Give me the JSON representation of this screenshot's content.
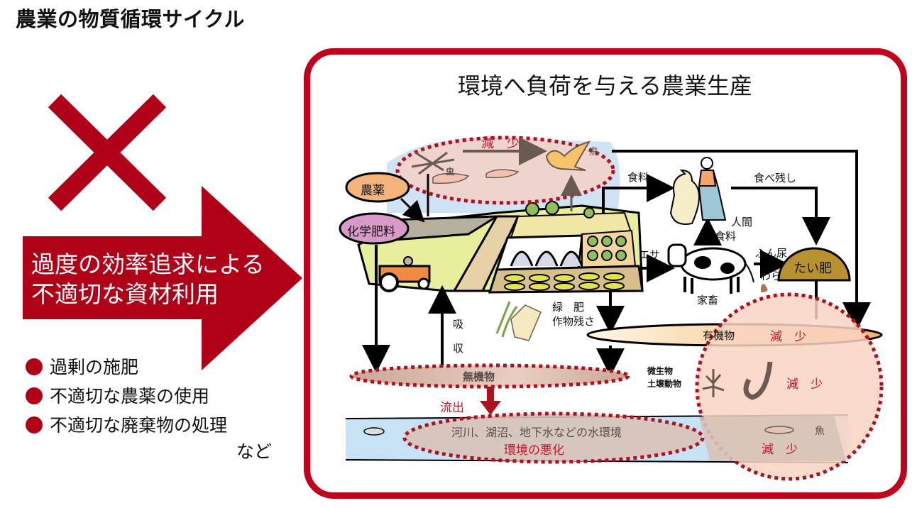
{
  "page": {
    "title": "農業の物質循環サイクル"
  },
  "left": {
    "cross_icon": "cross-mark-icon",
    "arrow_text_line1": "過度の効率追求による",
    "arrow_text_line2": "不適切な資材利用",
    "bullets": [
      "過剰の施肥",
      "不適切な農薬の使用",
      "不適切な廃棄物の処理"
    ],
    "etc": "など"
  },
  "panel": {
    "title": "環境へ負荷を与える農業生産",
    "labels": {
      "pesticide": "農薬",
      "chem_fertilizer": "化学肥料",
      "decrease_top": "減　少",
      "insect": "虫",
      "bird": "鳥",
      "food1": "食料",
      "leftovers": "食べ残し",
      "human": "人間",
      "food2": "食料",
      "feed": "エサ",
      "manure": "ふん尿",
      "straw": "わら",
      "compost": "たい肥",
      "livestock": "家畜",
      "green_manure": "緑　肥",
      "crop_residue": "作物残さ",
      "absorb1": "吸",
      "absorb2": "収",
      "organic": "有機物",
      "decrease_organic": "減　少",
      "inorganic": "無機物",
      "microbes": "微生物",
      "soil_animals": "土壌動物",
      "decrease_soil": "減　少",
      "runoff": "流出",
      "water_env": "河川、湖沼、地下水などの水環境",
      "env_worsen": "環境の悪化",
      "fish": "魚",
      "decrease_fish": "減　少"
    }
  },
  "colors": {
    "brand_red": "#b00018",
    "panel_red": "#c0001c",
    "dotted_red": "#b0101e",
    "sky": "#cfe3f5",
    "water": "#c6e2f4",
    "organic_fill": "#f6c98a",
    "inorganic_fill": "#d8b9a8",
    "compost_fill": "#b8912f",
    "pesticide_fill": "#f4b47c",
    "fertilizer_fill": "#d99ac9",
    "highlight": "#f9d3c2"
  }
}
